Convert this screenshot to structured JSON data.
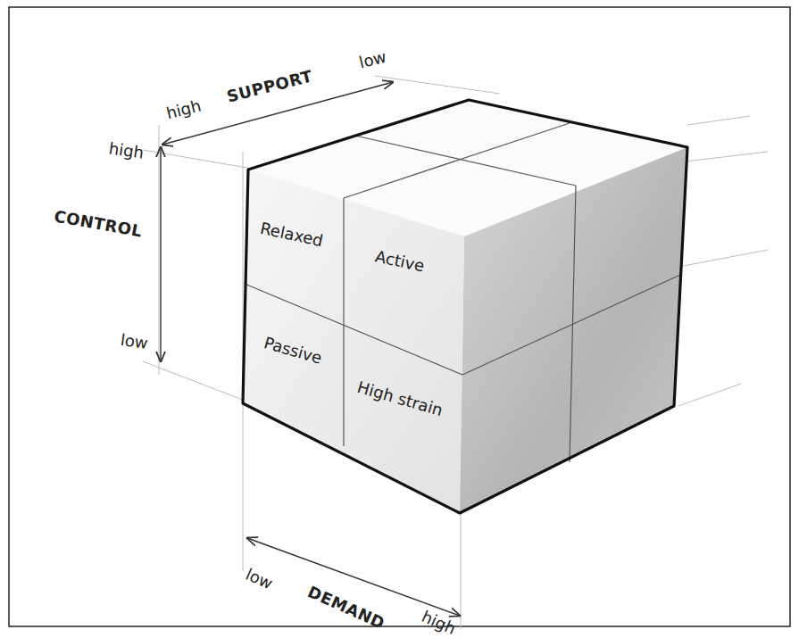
{
  "diagram": {
    "nodes": [
      {
        "text": [
          "Relaxed"
        ]
      },
      {
        "text": [
          "Active"
        ]
      },
      {
        "text": [
          "Passive"
        ]
      },
      {
        "text": [
          "High strain"
        ]
      }
    ],
    "labels": [
      "high",
      "SUPPORT",
      "low",
      "high",
      "CONTROL",
      "low",
      "low",
      "DEMAND",
      "high"
    ]
  }
}
